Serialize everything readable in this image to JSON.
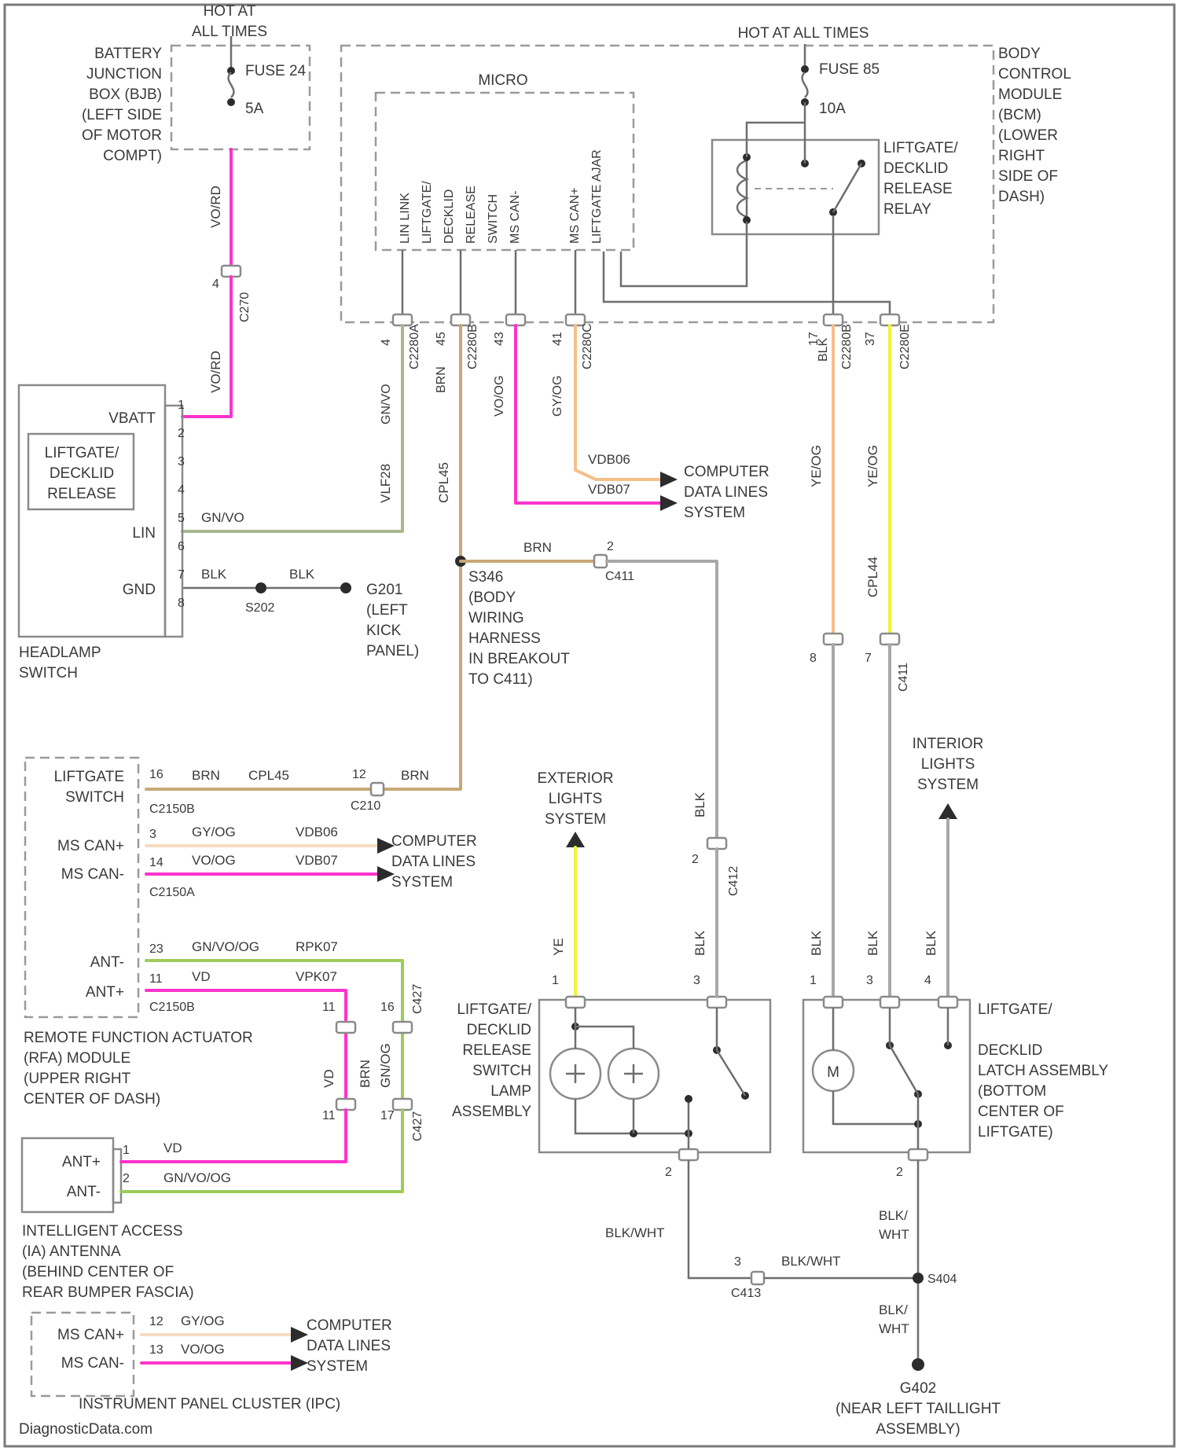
{
  "colors": {
    "gray": "#a8a8a8",
    "pink": "#ff33cc",
    "tan": "#c8a878",
    "green": "#9ccc5a",
    "yellow": "#f2f23a",
    "peach": "#f5c08a",
    "ink": "#2c2c2c"
  },
  "labels": {
    "hot_left": [
      "HOT AT",
      "ALL TIMES"
    ],
    "hot_right": "HOT AT ALL TIMES",
    "bjb": [
      "BATTERY",
      "JUNCTION",
      "BOX (BJB)",
      "(LEFT SIDE",
      "OF MOTOR",
      "COMPT)"
    ],
    "fuse_left": [
      "FUSE 24",
      "5A"
    ],
    "fuse_right": [
      "FUSE 85",
      "10A"
    ],
    "bcm": [
      "BODY",
      "CONTROL",
      "MODULE",
      "(BCM)",
      "(LOWER",
      "RIGHT",
      "SIDE OF",
      "DASH)"
    ],
    "micro": "MICRO",
    "micro_pins": [
      "LIN LINK",
      "LIFTGATE/",
      "DECKLID",
      "RELEASE",
      "SWITCH",
      "MS CAN-",
      "MS CAN+",
      "LIFTGATE AJAR"
    ],
    "relay": [
      "LIFTGATE/",
      "DECKLID",
      "RELEASE",
      "RELAY"
    ],
    "headlamp_switch": [
      "HEADLAMP",
      "SWITCH"
    ],
    "headlamp_inner": [
      "LIFTGATE/",
      "DECKLID",
      "RELEASE"
    ],
    "headlamp_pins": [
      "VBATT",
      "LIN",
      "GND"
    ],
    "headlamp_pin_numbers": [
      "1",
      "2",
      "3",
      "4",
      "5",
      "6",
      "7",
      "8"
    ],
    "computer_data_lines": [
      "COMPUTER",
      "DATA LINES",
      "SYSTEM"
    ],
    "g201": [
      "G201",
      "(LEFT",
      "KICK",
      "PANEL)"
    ],
    "s202": "S202",
    "s346": [
      "S346",
      "(BODY",
      "WIRING",
      "HARNESS",
      "IN BREAKOUT",
      "TO C411)"
    ],
    "c411": "C411",
    "exterior_lights": [
      "EXTERIOR",
      "LIGHTS",
      "SYSTEM"
    ],
    "interior_lights": [
      "INTERIOR",
      "LIGHTS",
      "SYSTEM"
    ],
    "rfa_pins": [
      "LIFTGATE",
      "SWITCH",
      "MS CAN+",
      "MS CAN-",
      "ANT-",
      "ANT+"
    ],
    "rfa_module": [
      "REMOTE FUNCTION ACTUATOR",
      "(RFA) MODULE",
      "(UPPER RIGHT",
      "CENTER OF DASH)"
    ],
    "rfa_connectors": [
      "C2150B",
      "C2150A",
      "C2150B"
    ],
    "ia_pins": [
      "ANT+",
      "ANT-"
    ],
    "ia_antenna": [
      "INTELLIGENT ACCESS",
      "(IA) ANTENNA",
      "(BEHIND CENTER OF",
      "REAR BUMPER FASCIA)"
    ],
    "ipc_pins": [
      "MS CAN+",
      "MS CAN-"
    ],
    "ipc": "INSTRUMENT PANEL CLUSTER (IPC)",
    "switch_lamp": [
      "LIFTGATE/",
      "DECKLID",
      "RELEASE",
      "SWITCH",
      "LAMP",
      "ASSEMBLY"
    ],
    "latch": [
      "LIFTGATE/",
      "DECKLID",
      "LATCH ASSEMBLY",
      "(BOTTOM",
      "CENTER OF",
      "LIFTGATE)"
    ],
    "s404": "S404",
    "g402": [
      "G402",
      "(NEAR LEFT TAILLIGHT",
      "ASSEMBLY)"
    ],
    "c413": "C413",
    "motor": "M",
    "footer": "DiagnosticData.com"
  },
  "wires": {
    "vored1": "VO/RD",
    "c270": "C270",
    "pin_c270": "4",
    "vored2": "VO/RD",
    "bcm_lin_pin": "4",
    "bcm_lin_wire": "GN/VO",
    "bcm_lin_conn": "C2280A",
    "vlf28": "VLF28",
    "brn": "BRN",
    "cpl45": "CPL45",
    "bcm_brn_pin": "45",
    "bcm_brn_conn": "C2280B",
    "vo_og": "VO/OG",
    "gy_og": "GY/OG",
    "bcm_can_pins": [
      "43",
      "41"
    ],
    "bcm_can_conn": "C2280C",
    "vdb06": "VDB06",
    "vdb07": "VDB07",
    "gn_vo_short": "GN/VO",
    "blk": "BLK",
    "bcm_relay_pins": [
      "17",
      "37"
    ],
    "bcm_relay_conns": [
      "C2280B",
      "C2280E"
    ],
    "ye_og": "YE/OG",
    "cpl44": "CPL44",
    "c411_pins": [
      "2",
      "8",
      "7"
    ],
    "c411_conn": "C411",
    "c412": "C412",
    "brn_pin": "2",
    "rfa_pin_nums": [
      "16",
      "3",
      "14",
      "23",
      "11"
    ],
    "c210": "C210",
    "c210_pin": "12",
    "gn_vo_og": "GN/VO/OG",
    "vo_og_short": "VO/OG",
    "vo2": "VO",
    "rpk07": "RPK07",
    "vpk07": "VPK07",
    "gn_og": "GN/OG",
    "c427": "C427",
    "c427_pins": [
      "11",
      "16",
      "11",
      "17"
    ],
    "ye": "YE",
    "lamp_pins": [
      "1",
      "2",
      "3"
    ],
    "latch_pins": [
      "1",
      "3",
      "4"
    ],
    "latch_bottom_pin": "2",
    "bk_wh": "BLK/WHT",
    "blk_wht_stack": [
      "BLK/",
      "WHT"
    ],
    "c413_pin": "3",
    "ipc_pins_nums": [
      "12",
      "13"
    ],
    "ia_pins_nums": [
      "1",
      "2"
    ],
    "vd": "VD"
  }
}
